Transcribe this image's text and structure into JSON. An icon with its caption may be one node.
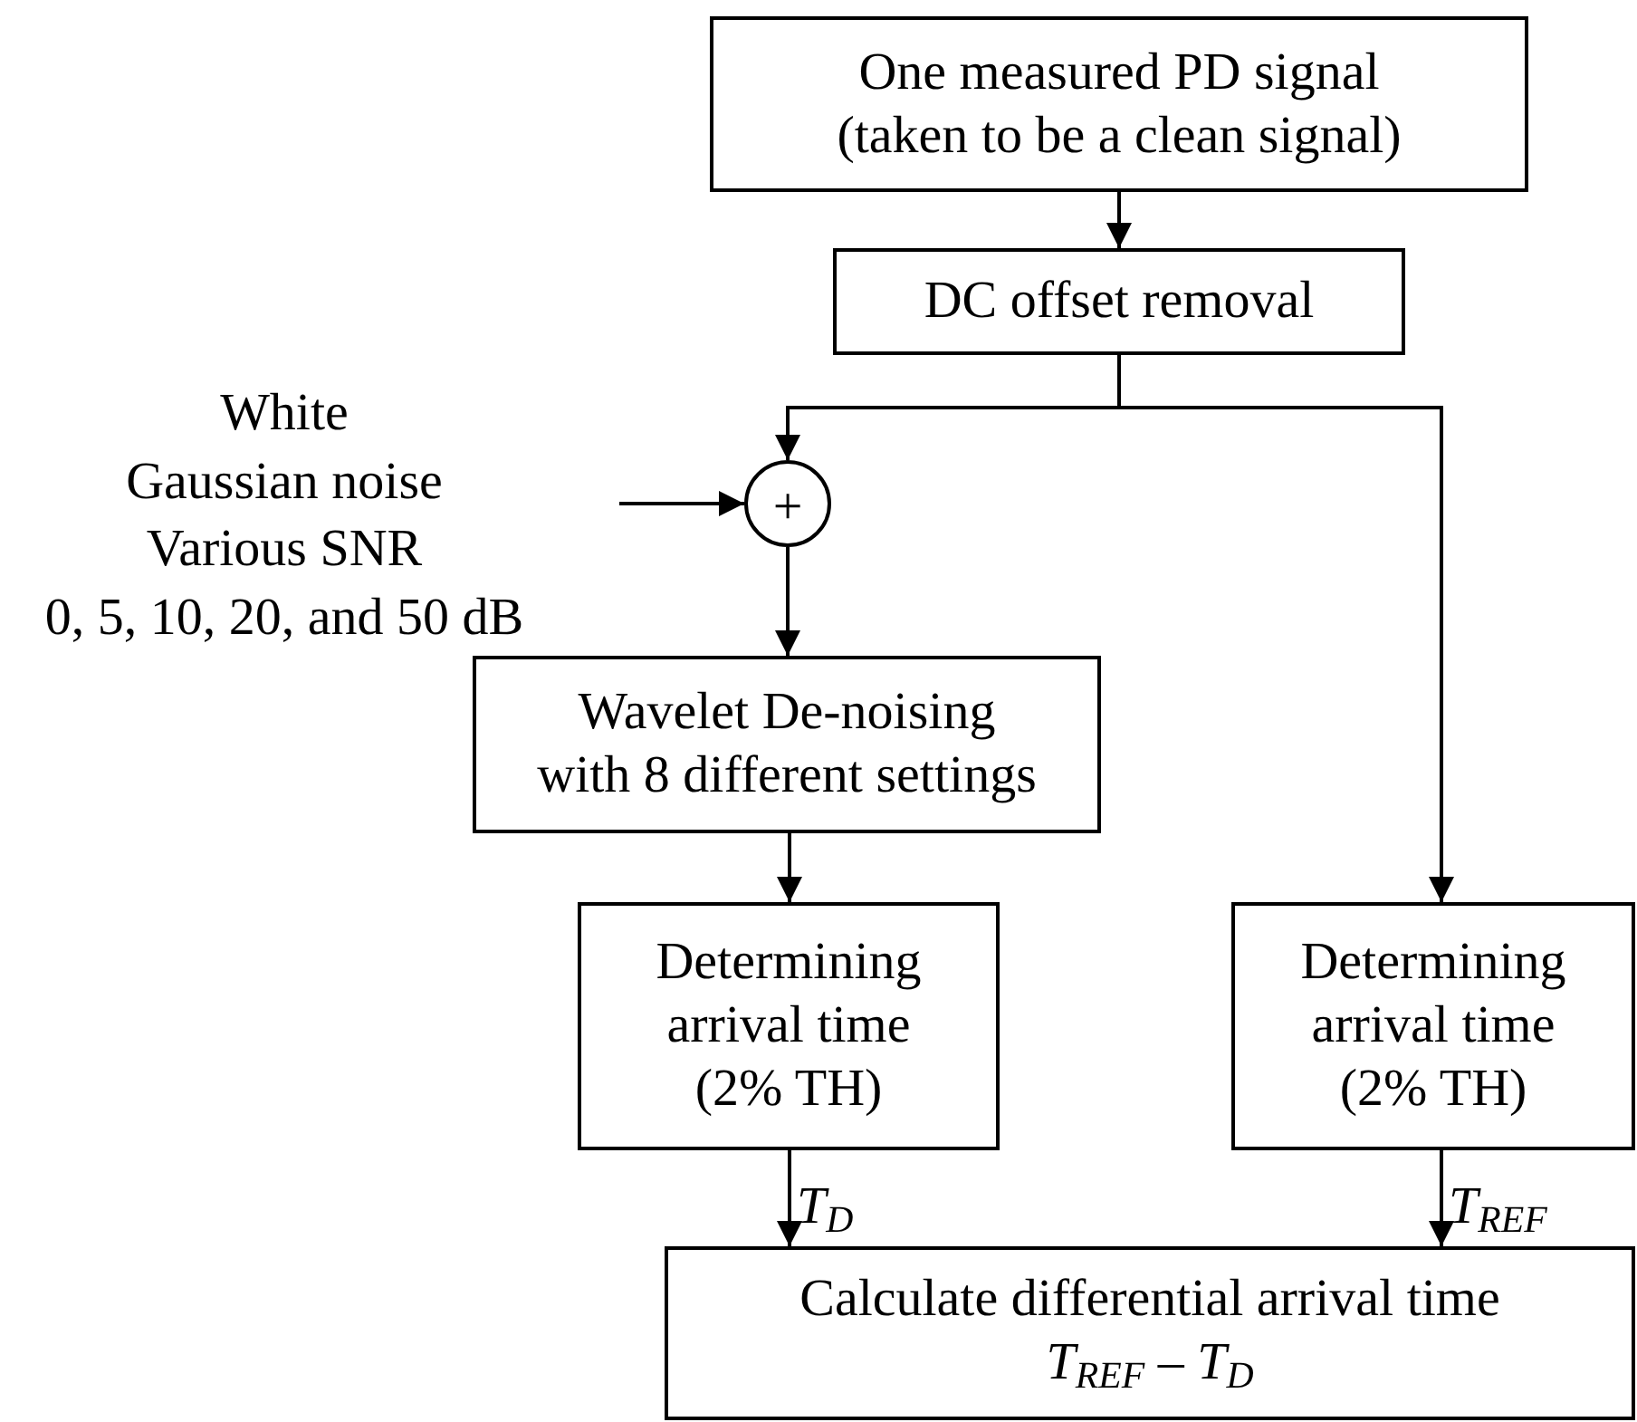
{
  "diagram": {
    "nodes": [
      {
        "text": [
          "One measured PD signal (taken to be a clean signal)"
        ]
      },
      {
        "text": [
          "DC offset removal"
        ]
      },
      {
        "text": [
          "+"
        ]
      },
      {
        "text": [
          "Wavelet De-noising with 8 different settings"
        ]
      },
      {
        "text": [
          "Determining arrival time (2% TH)"
        ]
      },
      {
        "text": [
          "Determining arrival time (2% TH)"
        ]
      },
      {
        "text": [
          "Calculate differential arrival time",
          "*T*$_{REF}$ – *T*$_{D}$"
        ]
      }
    ],
    "edges": [
      {
        "from": 0,
        "to": 1,
        "arrow": "to"
      },
      {
        "from": 1,
        "to": 2,
        "arrow": "to"
      },
      {
        "from": 1,
        "to": 5,
        "arrow": "to"
      },
      {
        "from": null,
        "to": 2,
        "arrow": "to"
      },
      {
        "from": 2,
        "to": 3,
        "arrow": "to"
      },
      {
        "from": 3,
        "to": 4,
        "arrow": "to"
      },
      {
        "from": 4,
        "to": 6,
        "arrow": "to",
        "label": "*T*$_{D}$"
      },
      {
        "from": 5,
        "to": 6,
        "arrow": "to",
        "label": "*T*$_{REF}$"
      }
    ],
    "labels": [
      "White",
      "Gaussian noise",
      "Various SNR",
      "0, 5, 10, 20, and 50 dB"
    ]
  }
}
